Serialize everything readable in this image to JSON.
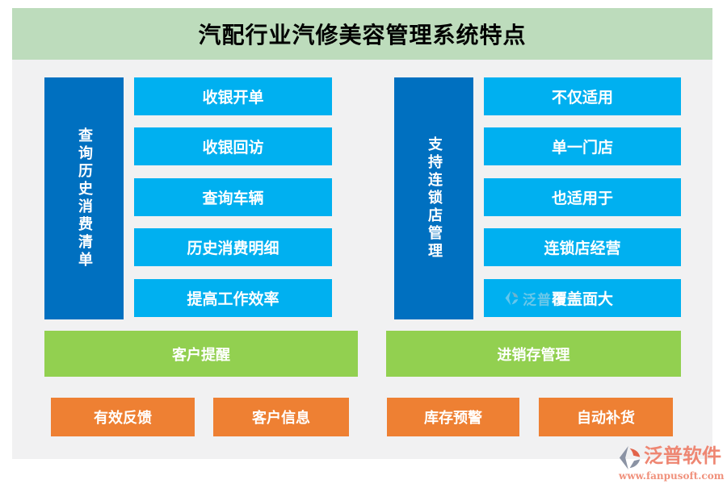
{
  "header": {
    "title": "汽配行业汽修美容管理系统特点"
  },
  "left": {
    "side_label": "查询历史消费清单",
    "items": [
      "收银开单",
      "收银回访",
      "查询车辆",
      "历史消费明细",
      "提高工作效率"
    ],
    "bar_label": "客户提醒",
    "bottom": [
      "有效反馈",
      "客户信息"
    ]
  },
  "right": {
    "side_label": "支持连锁店管理",
    "items": [
      "不仅适用",
      "单一门店",
      "也适用于",
      "连锁店经营",
      "覆盖面大"
    ],
    "bar_label": "进销存管理",
    "bottom": [
      "库存预警",
      "自动补货"
    ]
  },
  "watermark": {
    "brand": "泛普软件"
  },
  "logo": {
    "brand": "泛普软件",
    "url": "www.fanpusoft.com"
  },
  "colors": {
    "banner_green": "#bddcbc",
    "canvas_gray": "#f1f1f2",
    "dark_blue": "#0070c0",
    "light_blue": "#00b0f0",
    "bar_green": "#92d050",
    "orange": "#ee8033",
    "logo_coral": "#ee8672",
    "title_text": "#000000",
    "box_text": "#ffffff"
  }
}
